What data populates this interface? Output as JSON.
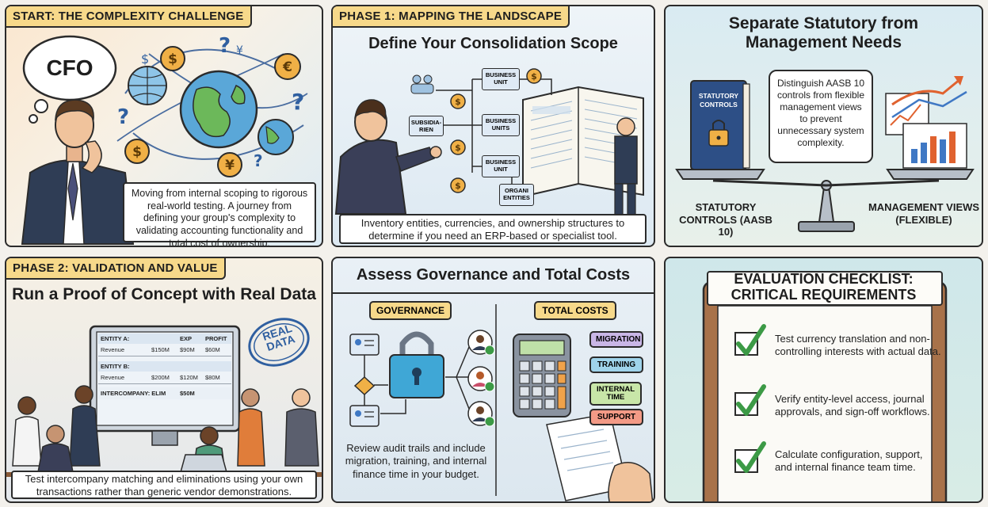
{
  "panel1": {
    "tag": "START: THE COMPLEXITY CHALLENGE",
    "bubble": "CFO",
    "caption": "Moving from internal scoping to rigorous real-world testing. A journey from defining your group's complexity to validating accounting functionality and total cost of ownership."
  },
  "panel2": {
    "tag": "PHASE 1: MAPPING THE LANDSCAPE",
    "title": "Define Your Consolidation Scope",
    "boxes": [
      "BUSINESS UNIT",
      "SUBSIDIA-RIEN",
      "BUSINESS UNITS",
      "BUSINESS UNIT",
      "ORGANI ENTITIES"
    ],
    "caption": "Inventory entities, currencies, and ownership structures to determine if you need an ERP-based or specialist tool."
  },
  "panel3": {
    "title": "Separate Statutory from Management Needs",
    "book_label": "STATUTORY CONTROLS",
    "note": "Distinguish AASB 10 controls from flexible management views to prevent unnecessary system complexity.",
    "left_label": "STATUTORY CONTROLS (AASB 10)",
    "right_label": "MANAGEMENT VIEWS (FLEXIBLE)"
  },
  "panel4": {
    "tag": "PHASE 2: VALIDATION AND VALUE",
    "title": "Run a Proof of Concept with Real Data",
    "stamp": "REAL DATA",
    "table": {
      "entity_a": "ENTITY A:",
      "entity_b": "ENTITY B:",
      "cols": [
        "EXP",
        "PROFIT"
      ],
      "row_a": [
        "Revenue",
        "$150M",
        "$90M",
        "$60M"
      ],
      "row_b": [
        "Revenue",
        "$200M",
        "$120M",
        "$80M"
      ],
      "row_ic": [
        "INTERCOMPANY: ELIM",
        "$50M"
      ]
    },
    "caption": "Test intercompany matching and eliminations using your own transactions rather than generic vendor demonstrations."
  },
  "panel5": {
    "title": "Assess Governance and Total Costs",
    "gov_label": "GOVERNANCE",
    "cost_label": "TOTAL COSTS",
    "cost_items": [
      "MIGRATION",
      "TRAINING",
      "INTERNAL TIME",
      "SUPPORT"
    ],
    "caption": "Review audit trails and include migration, training, and internal finance time in your budget."
  },
  "panel6": {
    "title": "EVALUATION CHECKLIST: CRITICAL REQUIREMENTS",
    "items": [
      "Test currency translation and non-controlling interests with actual data.",
      "Verify entity-level access, journal approvals, and sign-off workflows.",
      "Calculate configuration, support, and internal finance team time."
    ]
  },
  "colors": {
    "tag": "#f7d98a",
    "check": "#3c9a46",
    "pill_migration": "#c9b6e6",
    "pill_training": "#9fd3ea",
    "pill_internal": "#c8e6a8",
    "pill_support": "#f39a86"
  }
}
